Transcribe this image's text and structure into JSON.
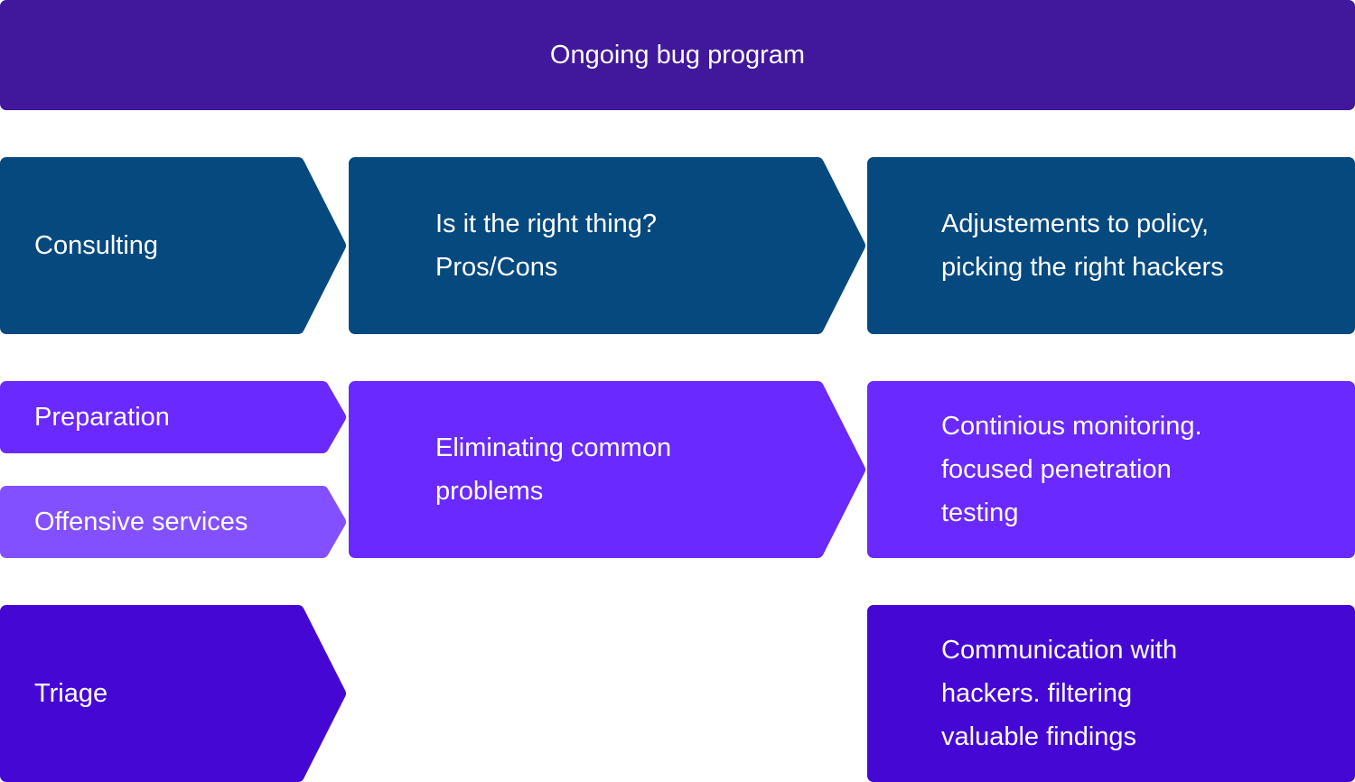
{
  "banner": {
    "label": "Ongoing bug program",
    "color": "#41189b"
  },
  "rows": {
    "consulting": {
      "stage": "Consulting",
      "step": "Is it the right thing?\nPros/Cons",
      "outcome": "Adjustements to policy,\npicking the right hackers",
      "color": "#05497f"
    },
    "preparation": {
      "stage": "Preparation",
      "color": "#6a29fe"
    },
    "offensive": {
      "stage": "Offensive services",
      "color": "#8350ff"
    },
    "shared": {
      "step": "Eliminating common\nproblems",
      "outcome": "Continious monitoring.\nfocused penetration\ntesting",
      "color": "#6a29fe"
    },
    "triage": {
      "stage": "Triage",
      "outcome": "Communication with\nhackers. filtering\nvaluable findings",
      "color": "#4508d4"
    }
  }
}
